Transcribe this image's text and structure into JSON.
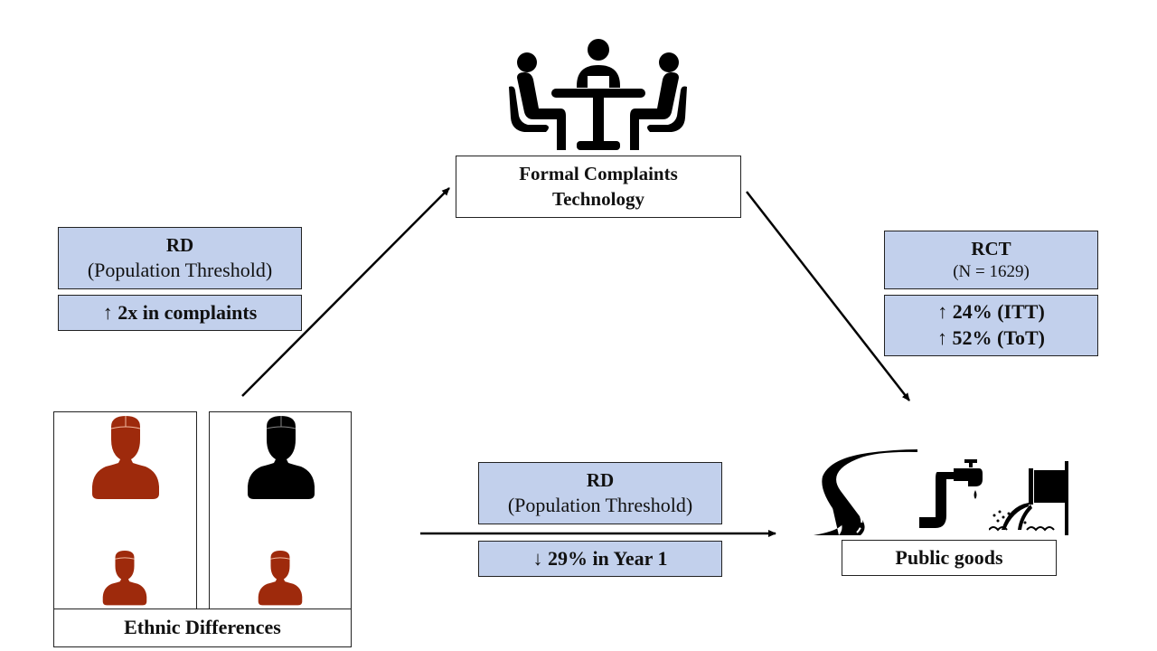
{
  "nodes": {
    "technology": {
      "title_line1": "Formal Complaints",
      "title_line2": "Technology",
      "icon": "meeting-table-icon"
    },
    "public_goods": {
      "title": "Public goods",
      "icons": [
        "road-icon",
        "water-tap-icon",
        "drain-pipe-icon"
      ]
    },
    "ethnic": {
      "title": "Ethnic Differences",
      "icons": [
        "person-red-icon",
        "person-black-icon",
        "person-red-small-icon",
        "person-red-small-icon"
      ]
    }
  },
  "edges": {
    "ethnic_to_technology": {
      "method_line1": "RD",
      "method_line2": "(Population Threshold)",
      "effect": "↑ 2x in complaints"
    },
    "technology_to_public_goods": {
      "method_line1": "RCT",
      "method_line2": "(N = 1629)",
      "effect_line1": "↑ 24% (ITT)",
      "effect_line2": "↑ 52% (ToT)"
    },
    "ethnic_to_public_goods": {
      "method_line1": "RD",
      "method_line2": "(Population Threshold)",
      "effect": "↓ 29% in Year 1"
    }
  },
  "colors": {
    "label_box": "#c2d0ec",
    "person_red": "#9e2a0c",
    "person_black": "#000000"
  }
}
